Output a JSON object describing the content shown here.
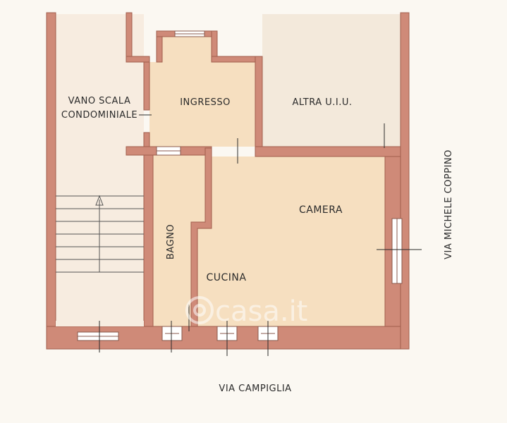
{
  "plan": {
    "rooms": {
      "vano_scala": [
        "VANO SCALA",
        "CONDOMINIALE"
      ],
      "ingresso": "INGRESSO",
      "altra_uiu": "ALTRA U.I.U.",
      "camera": "CAMERA",
      "cucina": "CUCINA",
      "bagno": "BAGNO"
    },
    "streets": {
      "south": "VIA CAMPIGLIA",
      "east": "VIA MICHELE COPPINO"
    },
    "watermark": "casa.it"
  },
  "colors": {
    "background": "#fbf8f2",
    "wall": "#cf8a78",
    "wall_edge": "#a25e4d",
    "floor": "#f6dfc0",
    "common_area": "#f7ece0",
    "neighbor": "#f3e9db",
    "text": "#2b2b2b"
  }
}
